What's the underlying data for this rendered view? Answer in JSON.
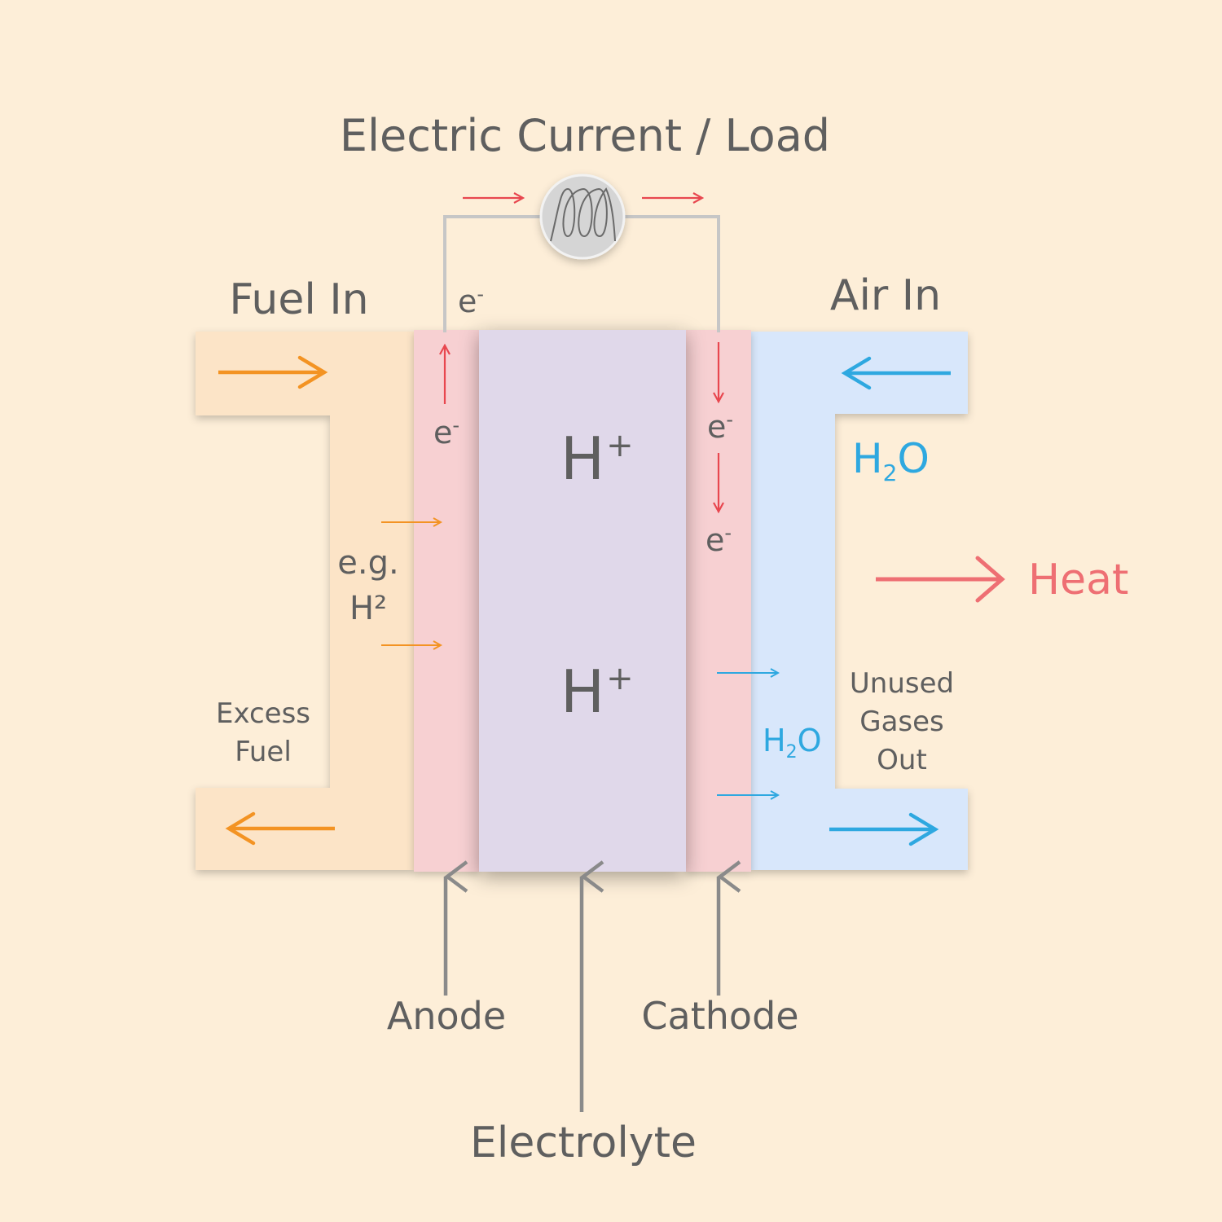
{
  "title": "Electric Current / Load",
  "fuel_in": "Fuel In",
  "air_in": "Air In",
  "electron": "e",
  "electron_charge": "-",
  "proton": "H",
  "proton_charge": "+",
  "fuel_example_line1": "e.g.",
  "fuel_example_line2": "H²",
  "excess_fuel_line1": "Excess",
  "excess_fuel_line2": "Fuel",
  "water_h": "H",
  "water_sub": "2",
  "water_o": "O",
  "heat": "Heat",
  "unused_line1": "Unused",
  "unused_line2": "Gases",
  "unused_line3": "Out",
  "anode": "Anode",
  "cathode": "Cathode",
  "electrolyte": "Electrolyte",
  "colors": {
    "background": "#fdeed8",
    "fuel_channel": "#fce4c7",
    "electrode": "#f7d0d2",
    "electrolyte": "#e0d8ea",
    "air_channel": "#d8e7fb",
    "fuel_arrow": "#f39323",
    "electron_arrow": "#e8474f",
    "water_arrow": "#2ea8e0",
    "heat_arrow": "#ee6f73",
    "wire": "#c6c6c6",
    "text": "#5f5f5f"
  }
}
